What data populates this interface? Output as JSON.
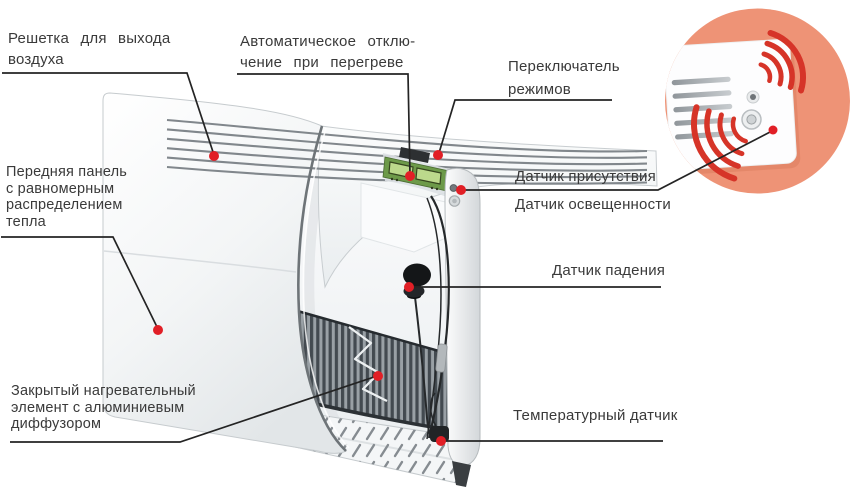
{
  "labels": {
    "air_grille": "Решетка для выхода\nвоздуха",
    "auto_shutoff": "Автоматическое отклю-\nчение при перегреве",
    "mode_switch": "Переключатель\nрежимов",
    "front_panel": "Передняя панель\nс равномерным\nраспределением\nтепла",
    "presence_sensor": "Датчик присутствия",
    "light_sensor": "Датчик освещенности",
    "fall_sensor": "Датчик падения",
    "heating_element": "Закрытый нагревательный\nэлемент с алюминиевым\nдиффузором",
    "temperature_sensor": "Температурный датчик"
  },
  "colors": {
    "accent_red": "#e11f26",
    "callout_line": "#242424",
    "label_text": "#3a3a3a",
    "inset_salmon": "#ee9376",
    "signal_red": "#d63428",
    "pcb_green": "#6d9a49"
  }
}
